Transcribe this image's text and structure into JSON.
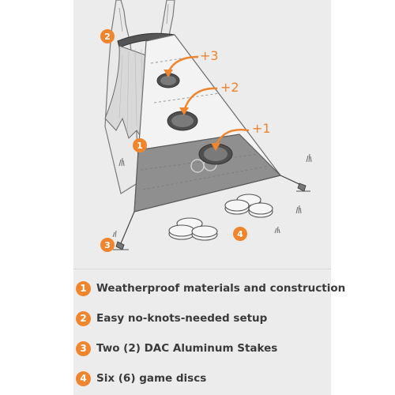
{
  "diagram": {
    "callouts": [
      {
        "number": "1"
      },
      {
        "number": "2"
      },
      {
        "number": "3"
      },
      {
        "number": "4"
      }
    ],
    "scores": [
      "+3",
      "+2",
      "+1"
    ]
  },
  "features": [
    {
      "number": "1",
      "text": "Weatherproof materials and construction"
    },
    {
      "number": "2",
      "text": "Easy no-knots-needed setup"
    },
    {
      "number": "3",
      "text": "Two (2) DAC Aluminum Stakes"
    },
    {
      "number": "4",
      "text": "Six (6) game discs"
    }
  ],
  "colors": {
    "accent": "#f0852e",
    "panel": "#ececec",
    "text": "#3a3a3a"
  }
}
